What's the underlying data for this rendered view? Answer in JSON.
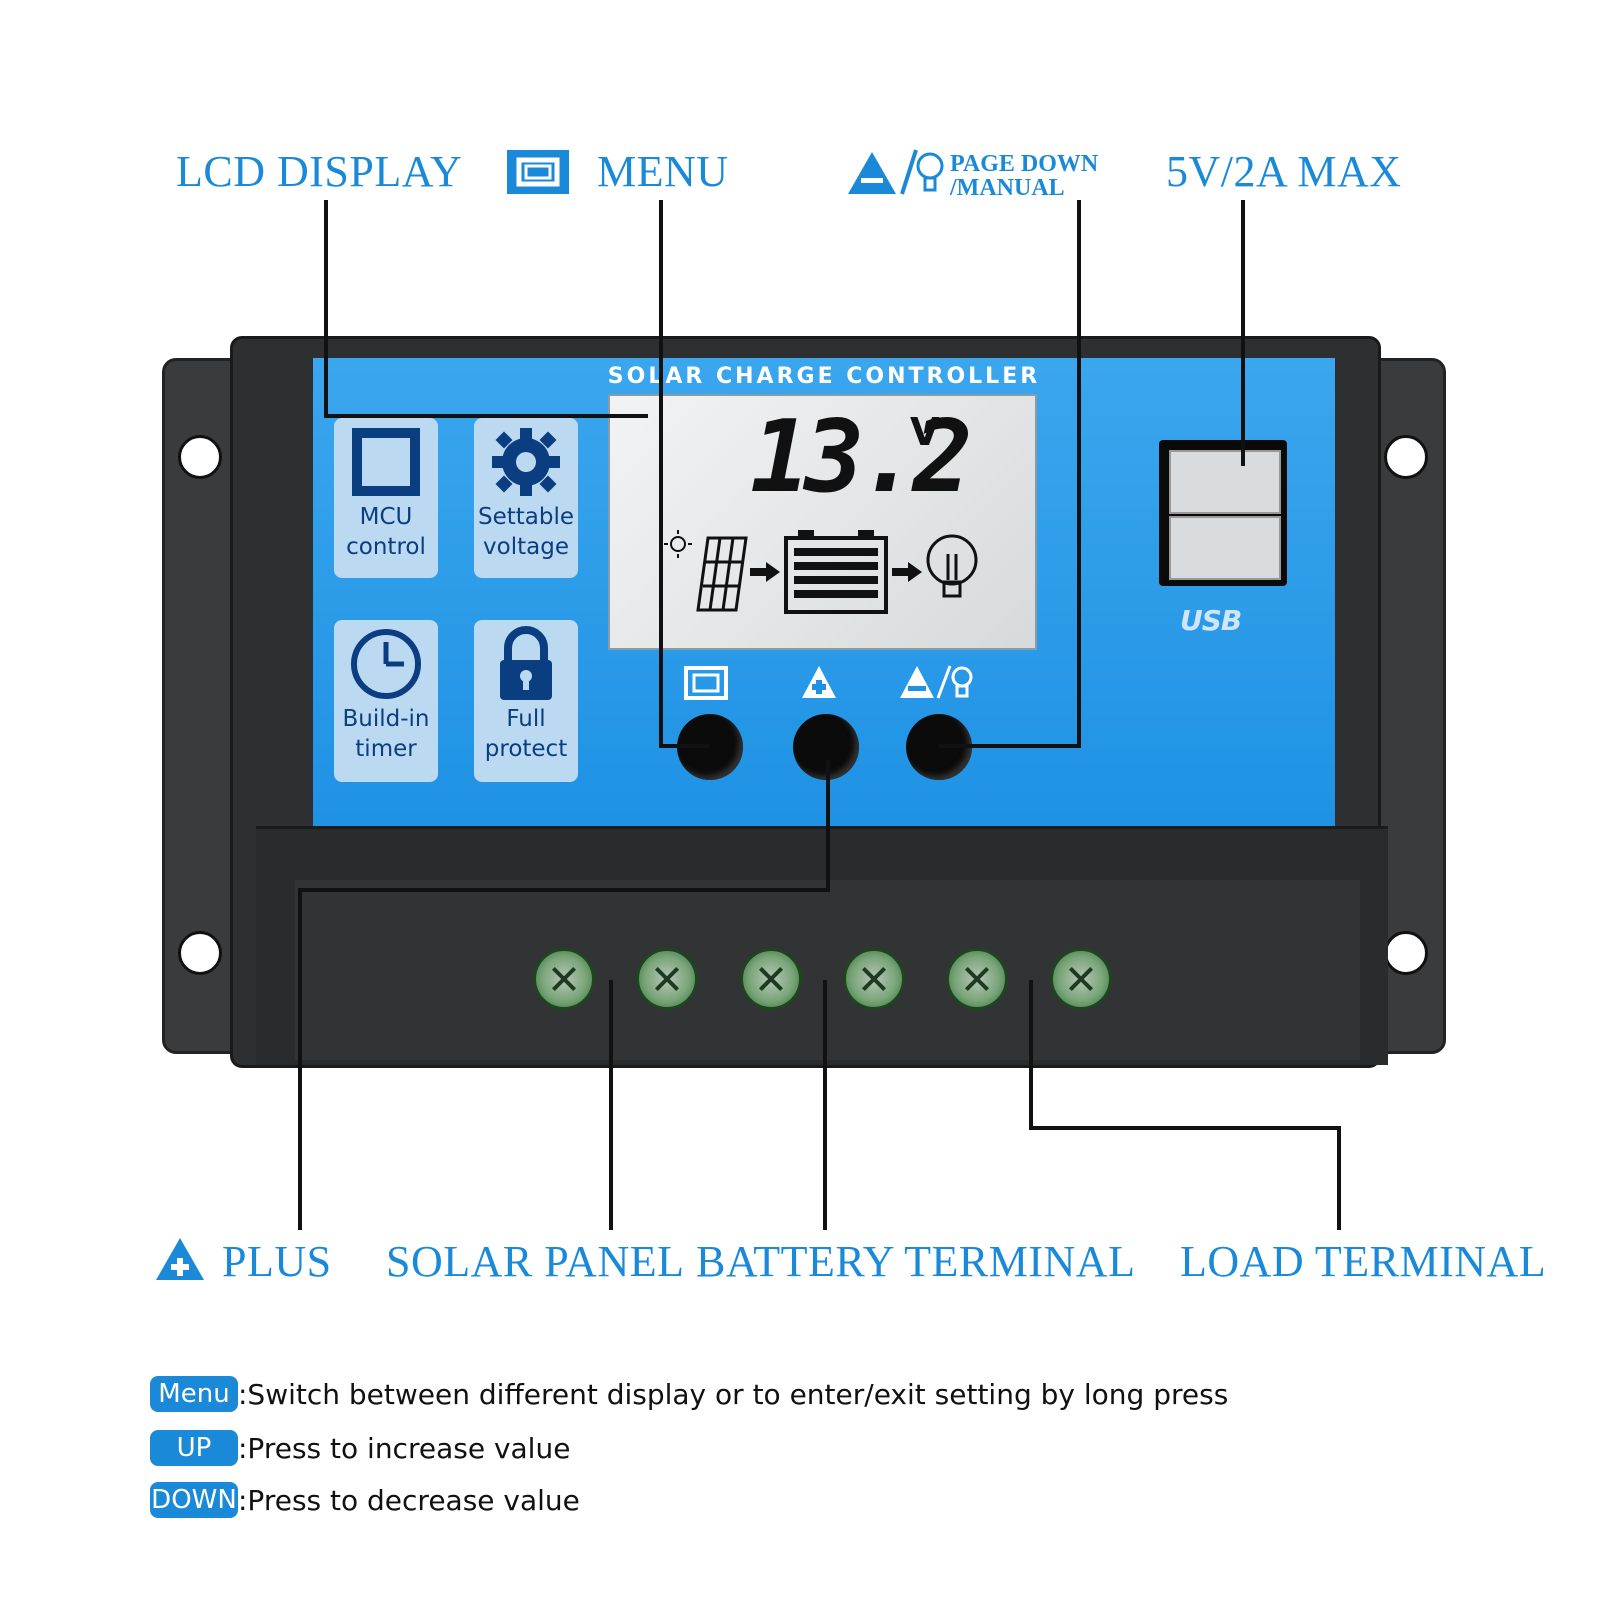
{
  "callouts": {
    "lcd_display": "LCD DISPLAY",
    "menu": "MENU",
    "page_down_line1": "PAGE DOWN",
    "page_down_line2": "/MANUAL",
    "usb_max": "5V/2A MAX",
    "plus": "PLUS",
    "solar_panel": "SOLAR PANEL",
    "battery_terminal": "BATTERY TERMINAL",
    "load_terminal": "LOAD TERMINAL"
  },
  "device": {
    "face_title": "SOLAR CHARGE CONTROLLER",
    "lcd_reading": "13.2",
    "lcd_unit": "V",
    "usb_label": "USB",
    "features": [
      {
        "label_1": "MCU",
        "label_2": "control",
        "icon": "chip-icon"
      },
      {
        "label_1": "Settable",
        "label_2": "voltage",
        "icon": "gear-icon"
      },
      {
        "label_1": "Build-in",
        "label_2": "timer",
        "icon": "clock-icon"
      },
      {
        "label_1": "Full",
        "label_2": "protect",
        "icon": "lock-icon"
      }
    ],
    "buttons": [
      "menu-button",
      "up-button",
      "down-button"
    ],
    "terminal_count": 6
  },
  "legend": [
    {
      "key": "Menu",
      "text": ":Switch between different display or to enter/exit setting by long press"
    },
    {
      "key": "UP",
      "text": ":Press to increase value"
    },
    {
      "key": "DOWN",
      "text": ":Press to decrease value"
    }
  ],
  "colors": {
    "accent": "#1a8ad8",
    "face": "#1f92e4",
    "housing": "#2e2f31",
    "screw": "#7aa67a"
  }
}
